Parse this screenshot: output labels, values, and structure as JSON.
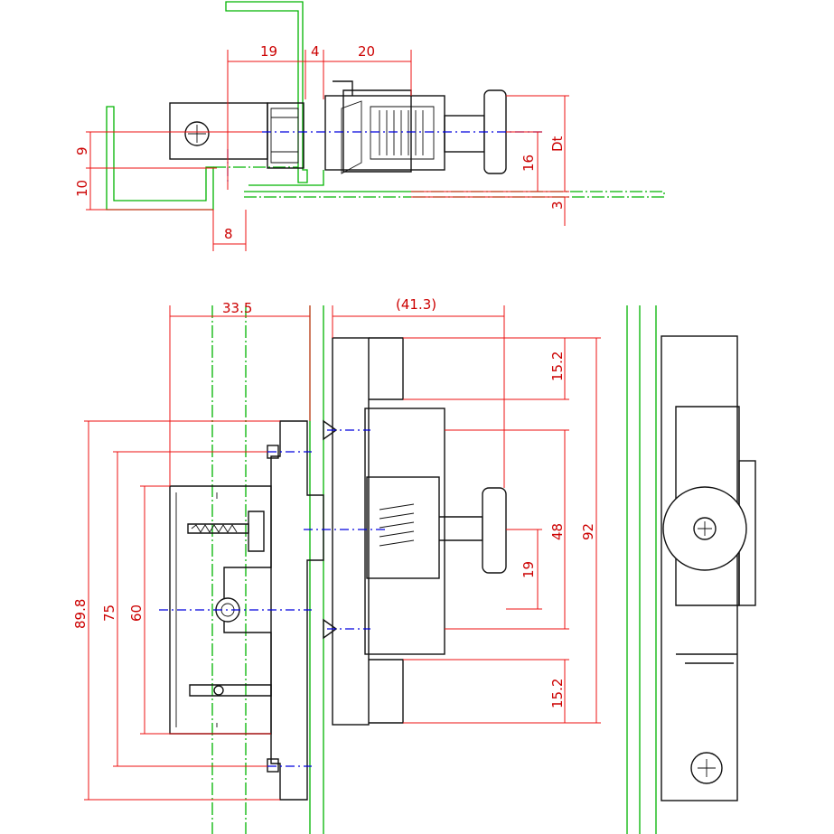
{
  "dimensions": {
    "top_19": "19",
    "top_4": "4",
    "top_20": "20",
    "top_9": "9",
    "top_10": "10",
    "top_8": "8",
    "top_16": "16",
    "top_dt": "Dt",
    "top_3": "3",
    "front_33_5": "33.5",
    "front_41_3": "(41.3)",
    "front_15_2_top": "15.2",
    "front_15_2_bottom": "15.2",
    "front_48": "48",
    "front_92": "92",
    "front_19": "19",
    "front_89_8": "89.8",
    "front_75": "75",
    "front_60": "60"
  }
}
